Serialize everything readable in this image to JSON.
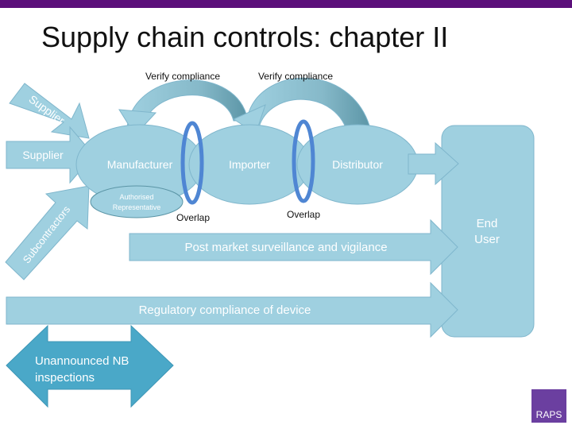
{
  "title": "Supply chain controls: chapter II",
  "colors": {
    "topbar": "#5b0f7a",
    "shape_fill": "#9fd0e0",
    "shape_stroke": "#7fb6cc",
    "arc_dark": "#5b95a6",
    "ring": "#4f86d3",
    "nb_arrow": "#4aa8c8",
    "logo": "#6b3fa0"
  },
  "labels": {
    "verify_left": "Verify compliance",
    "verify_right": "Verify compliance",
    "supplier_diag": "Supplier",
    "supplier": "Supplier",
    "subcontractors": "Subcontractors",
    "manufacturer": "Manufacturer",
    "importer": "Importer",
    "distributor": "Distributor",
    "authorised_line1": "Authorised",
    "authorised_line2": "Representative",
    "overlap_left": "Overlap",
    "overlap_right": "Overlap",
    "end_line1": "End",
    "end_line2": "User",
    "post_market": "Post market surveillance and vigilance",
    "regulatory": "Regulatory compliance of device",
    "nb_line1": "Unannounced NB",
    "nb_line2": "inspections"
  },
  "logo": {
    "text": "RAPS"
  }
}
